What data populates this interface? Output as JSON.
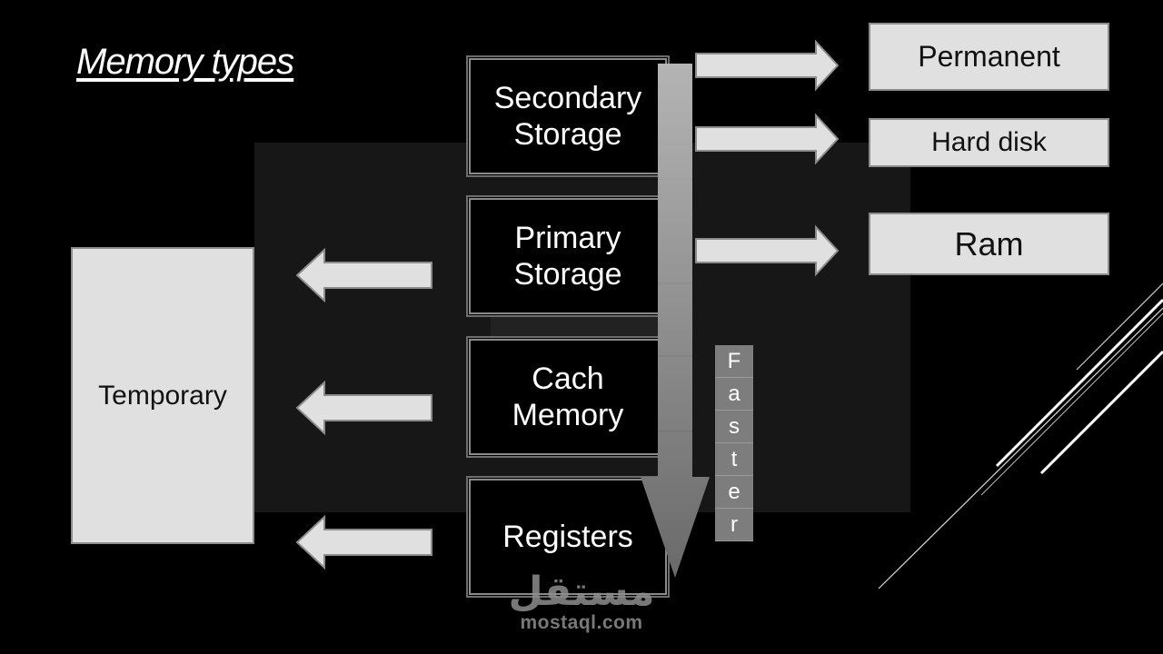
{
  "slide": {
    "title": "Memory types",
    "stack": [
      {
        "id": "secondary",
        "label": "Secondary\nStorage"
      },
      {
        "id": "primary",
        "label": "Primary\nStorage"
      },
      {
        "id": "cache",
        "label": "Cach\nMemory"
      },
      {
        "id": "registers",
        "label": "Registers"
      }
    ],
    "right_labels": {
      "permanent": "Permanent",
      "hard_disk": "Hard disk",
      "ram": "Ram"
    },
    "left_label": "Temporary",
    "speed_label": [
      "F",
      "a",
      "s",
      "t",
      "e",
      "r"
    ],
    "watermark": {
      "arabic": "مستقل",
      "url": "mostaql.com"
    }
  }
}
